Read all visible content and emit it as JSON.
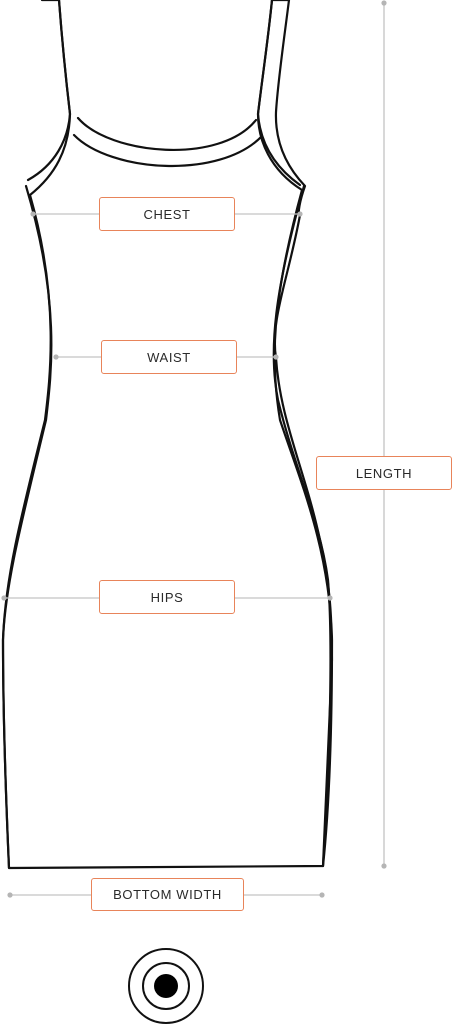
{
  "measurements": {
    "chest": "CHEST",
    "waist": "WAIST",
    "length": "LENGTH",
    "hips": "HIPS",
    "bottom_width": "BOTTOM WIDTH"
  },
  "colors": {
    "outline": "#111111",
    "guide_line": "#c4c4c4",
    "label_border": "#e8845a"
  },
  "icons": {
    "garment": "dress-outline-icon",
    "nav": "target-button-icon"
  }
}
